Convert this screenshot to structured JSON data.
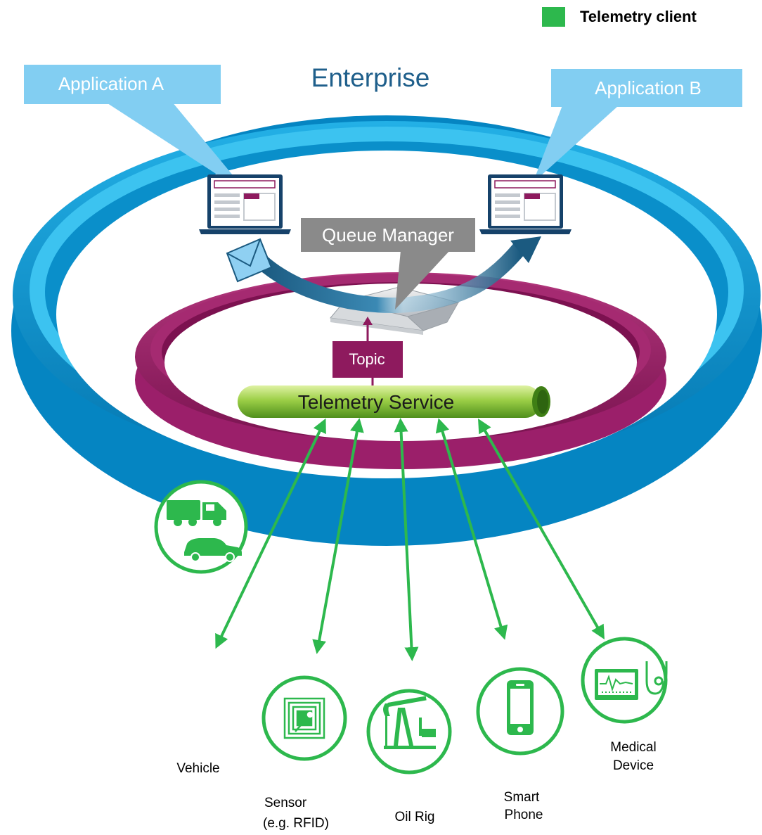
{
  "legend": {
    "label": "Telemetry client",
    "color": "#2db84d"
  },
  "enterprise": {
    "label": "Enterprise",
    "color": "#1f5f8b"
  },
  "applications": [
    {
      "label": "Application A"
    },
    {
      "label": "Application B"
    }
  ],
  "queue_manager": {
    "label": "Queue Manager"
  },
  "topic": {
    "label": "Topic"
  },
  "telemetry_service": {
    "label": "Telemetry Service"
  },
  "devices": [
    {
      "icon": "vehicle-icon",
      "label": "Vehicle"
    },
    {
      "icon": "rfid-sensor-icon",
      "label_lines": [
        "Sensor",
        "(e.g. RFID)"
      ]
    },
    {
      "icon": "oil-rig-icon",
      "label": "Oil Rig"
    },
    {
      "icon": "smart-phone-icon",
      "label_lines": [
        "Smart",
        "Phone"
      ]
    },
    {
      "icon": "medical-device-icon",
      "label_lines": [
        "Medical",
        "Device"
      ]
    }
  ],
  "colors": {
    "outer_ring": "#0a97d1",
    "inner_ring": "#8e1a5e",
    "callout": "#82cef2",
    "queue_manager_label": "#8a8a8a",
    "pipe": "#8ac43f",
    "device_green": "#2db84d",
    "laptop": "#16426a",
    "flow_arrow": "#1b5a80"
  }
}
